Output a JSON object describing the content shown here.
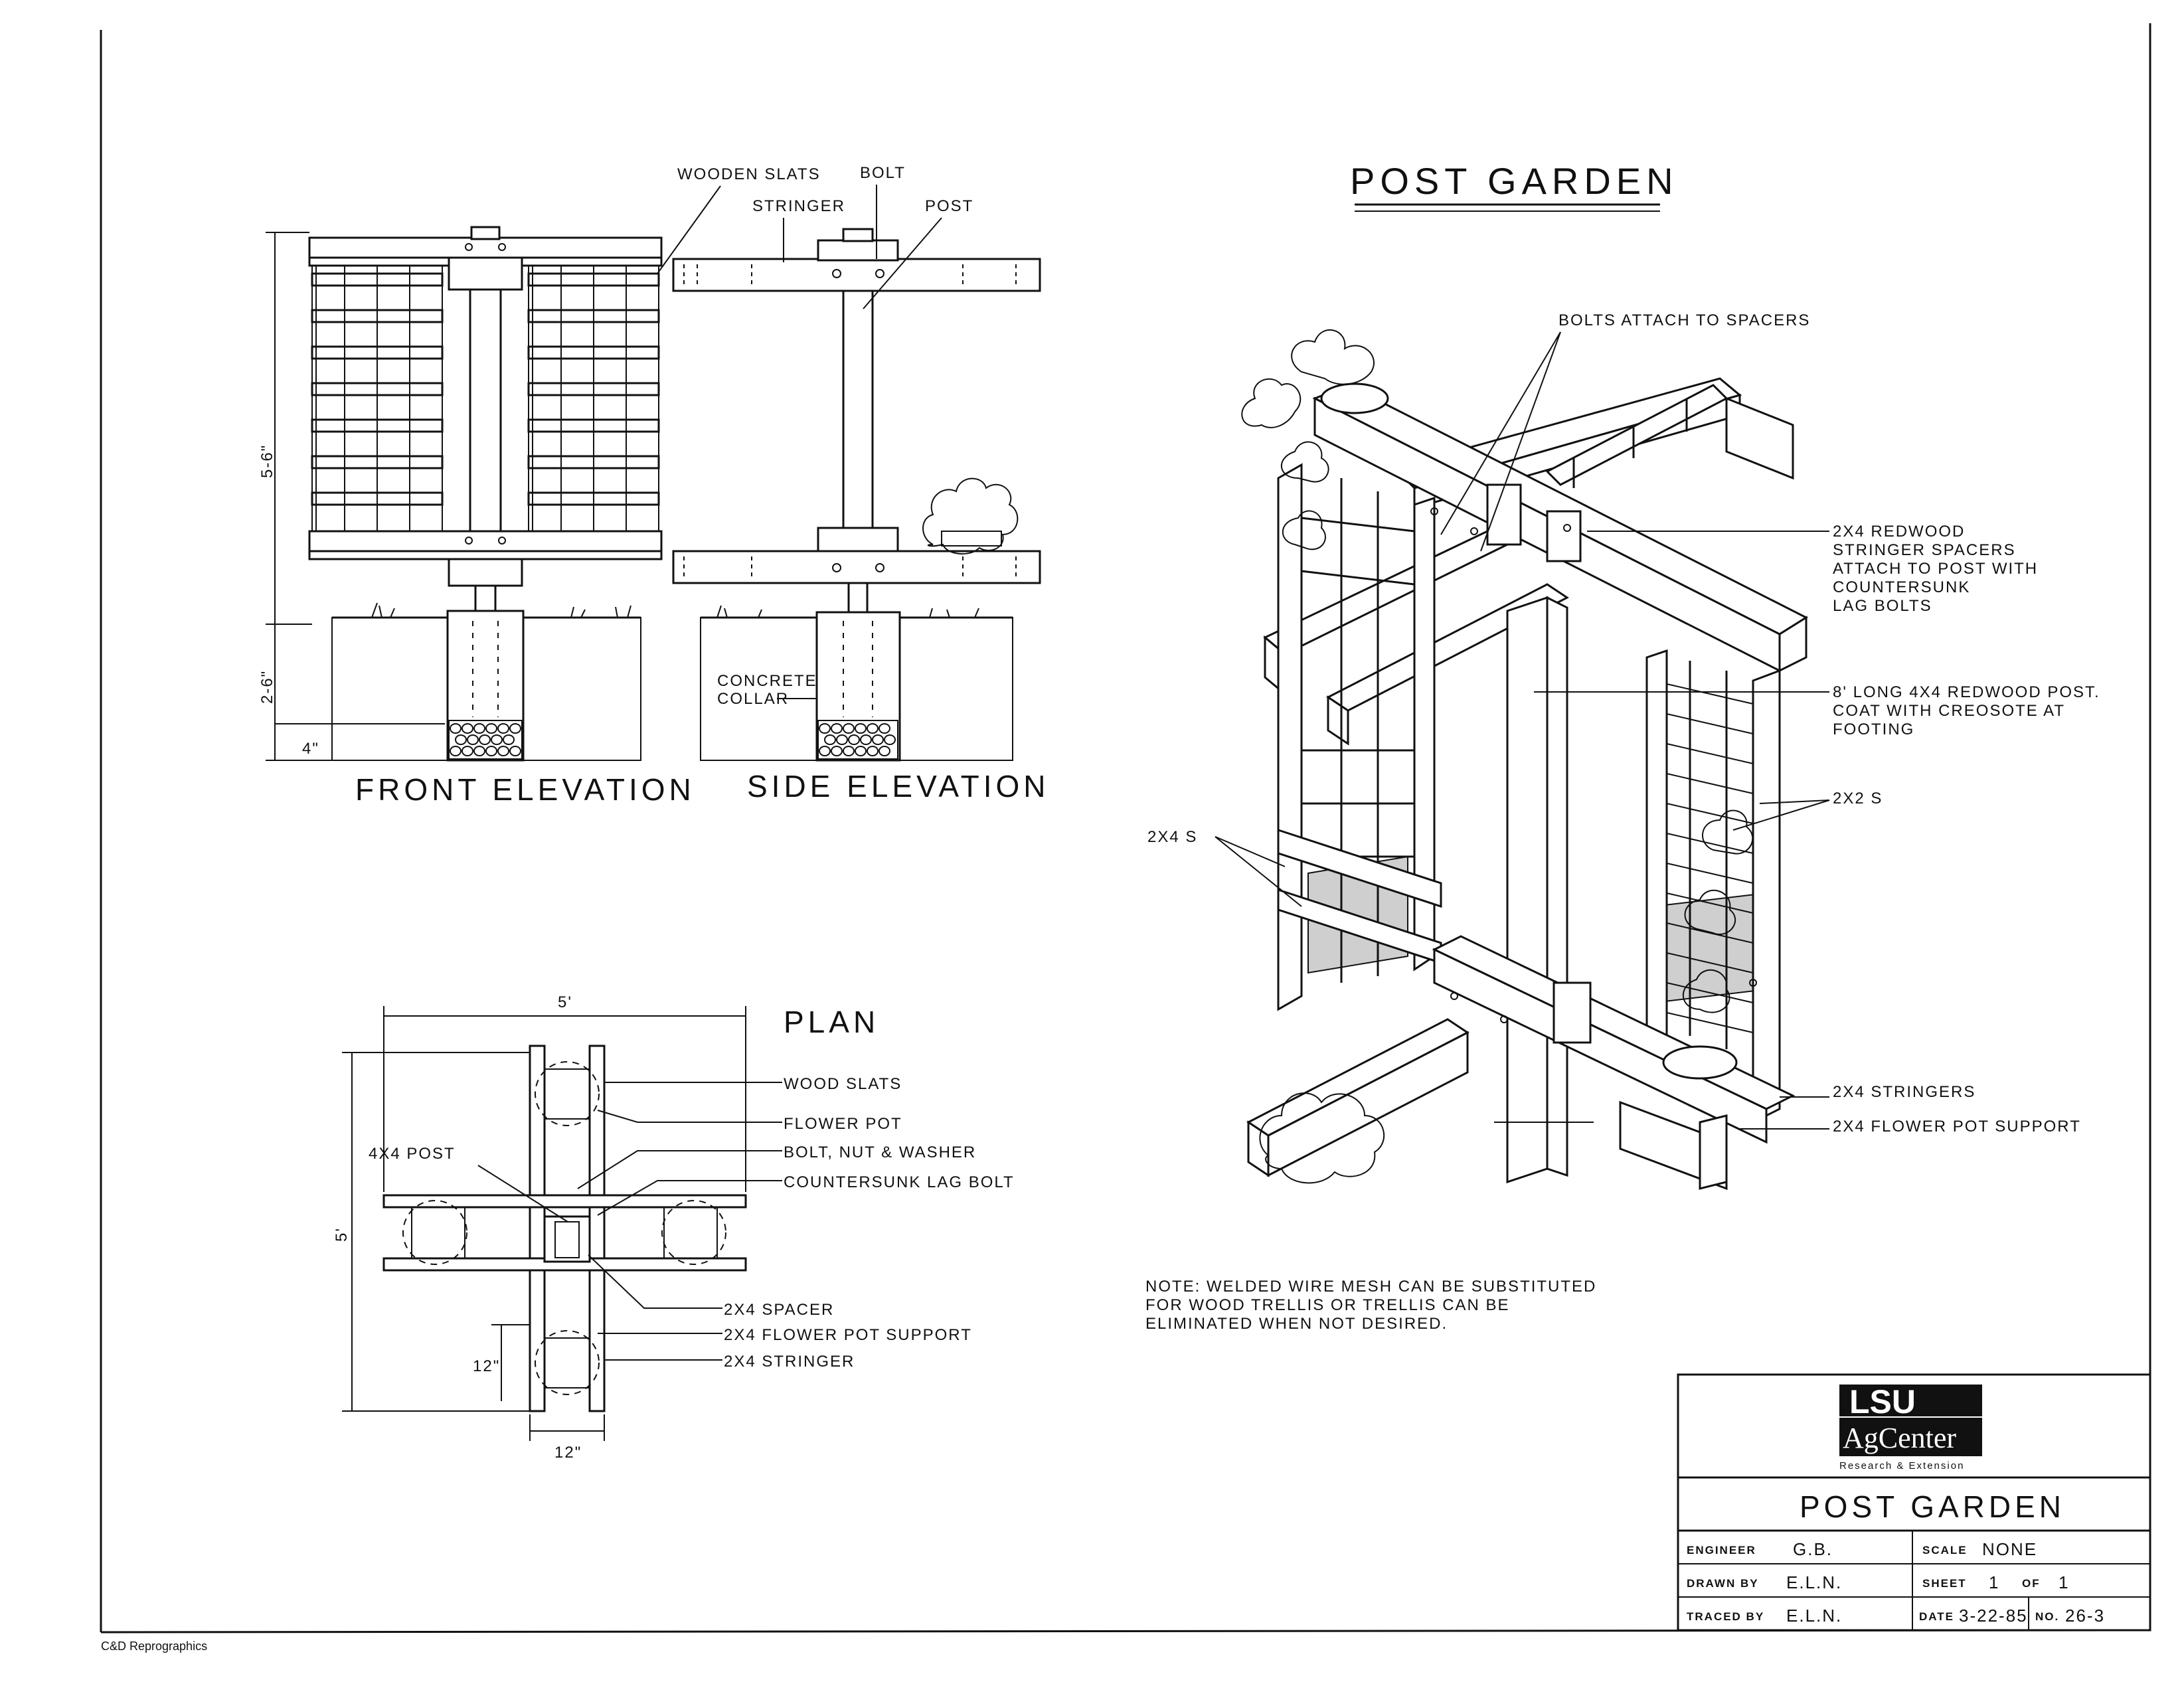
{
  "title": "POST GARDEN",
  "front_elevation": {
    "caption": "FRONT ELEVATION",
    "dim_height": "5-6\"",
    "dim_depth": "2-6\"",
    "dim_gravel": "4\""
  },
  "side_elevation": {
    "caption": "SIDE ELEVATION",
    "labels": {
      "wooden_slats": "WOODEN SLATS",
      "bolt": "BOLT",
      "stringer": "STRINGER",
      "post": "POST",
      "concrete_collar_1": "CONCRETE",
      "concrete_collar_2": "COLLAR"
    }
  },
  "plan": {
    "caption": "PLAN",
    "dim_width": "5'",
    "dim_length": "5'",
    "dim_12_a": "12\"",
    "dim_12_b": "12\"",
    "post_label": "4X4 POST",
    "labels": [
      "WOOD SLATS",
      "FLOWER POT",
      "BOLT, NUT & WASHER",
      "COUNTERSUNK LAG BOLT",
      "2X4 SPACER",
      "2X4 FLOWER POT SUPPORT",
      "2X4 STRINGER"
    ]
  },
  "iso": {
    "bolts_label": "BOLTS ATTACH TO SPACERS",
    "spacers_label": [
      "2X4 REDWOOD",
      "STRINGER SPACERS",
      "ATTACH TO POST WITH",
      "COUNTERSUNK",
      "LAG BOLTS"
    ],
    "post_label": [
      "8' LONG 4X4 REDWOOD POST.",
      "COAT WITH CREOSOTE AT",
      "FOOTING"
    ],
    "twobytwo_label": "2X2 S",
    "twobyfour_label": "2X4 S",
    "stringers_label": "2X4 STRINGERS",
    "pot_support_label": "2X4 FLOWER POT SUPPORT"
  },
  "note": [
    "NOTE:  WELDED WIRE MESH CAN BE SUBSTITUTED",
    "FOR WOOD TRELLIS OR TRELLIS CAN BE",
    "ELIMINATED WHEN NOT DESIRED."
  ],
  "title_block": {
    "logo_lsu": "LSU",
    "logo_agcenter": "AgCenter",
    "logo_tagline": "Research & Extension",
    "drawing_title": "POST  GARDEN",
    "engineer_label": "ENGINEER",
    "engineer": "G.B.",
    "drawn_label": "DRAWN BY",
    "drawn": "E.L.N.",
    "traced_label": "TRACED BY",
    "traced": "E.L.N.",
    "scale_label": "SCALE",
    "scale": "NONE",
    "sheet_label": "SHEET",
    "sheet": "1",
    "of_label": "OF",
    "of": "1",
    "date_label": "DATE",
    "date": "3-22-85",
    "no_label": "NO.",
    "no": "26-3"
  },
  "footer": "C&D Reprographics"
}
